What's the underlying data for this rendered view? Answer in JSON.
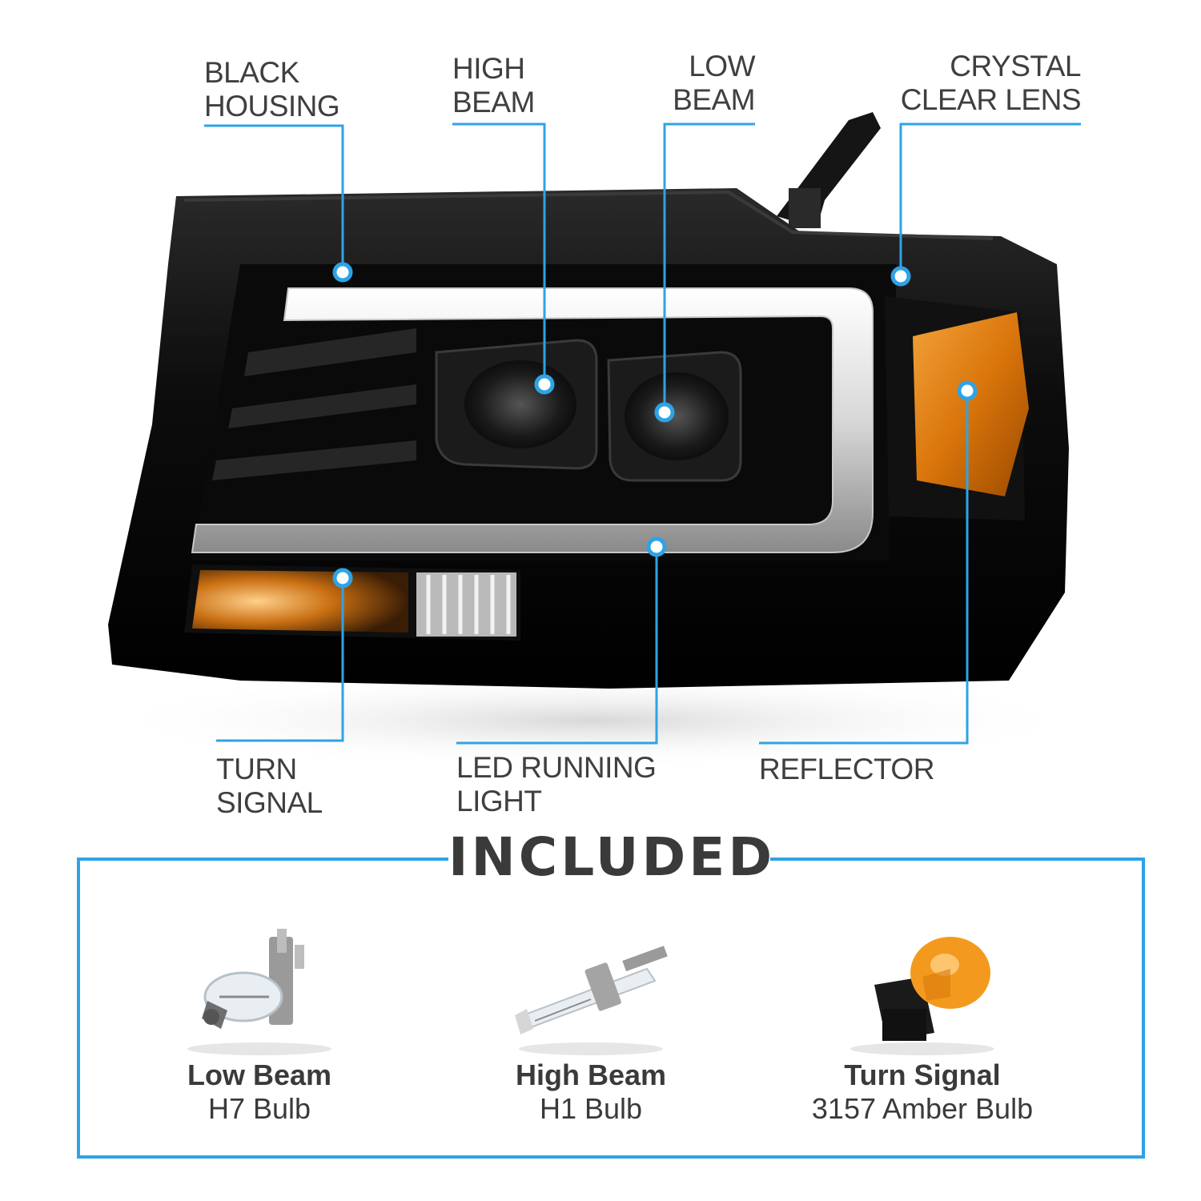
{
  "callouts": {
    "black_housing": [
      "BLACK",
      "HOUSING"
    ],
    "high_beam": [
      "HIGH",
      "BEAM"
    ],
    "low_beam": [
      "LOW",
      "BEAM"
    ],
    "crystal_clear_lens": [
      "CRYSTAL",
      "CLEAR LENS"
    ],
    "turn_signal": [
      "TURN",
      "SIGNAL"
    ],
    "led_running_light": [
      "LED RUNNING",
      "LIGHT"
    ],
    "reflector": [
      "REFLECTOR"
    ]
  },
  "included": {
    "title": "INCLUDED",
    "items": [
      {
        "name": "Low Beam",
        "spec": "H7 Bulb",
        "icon": "h7-bulb-icon"
      },
      {
        "name": "High Beam",
        "spec": "H1 Bulb",
        "icon": "h1-bulb-icon"
      },
      {
        "name": "Turn Signal",
        "spec": "3157 Amber Bulb",
        "icon": "3157-amber-bulb-icon"
      }
    ]
  },
  "colors": {
    "accent": "#2ea3e6",
    "text": "#3f3f3f",
    "housing": "#0e0e0e",
    "amber": "#e58a14"
  }
}
